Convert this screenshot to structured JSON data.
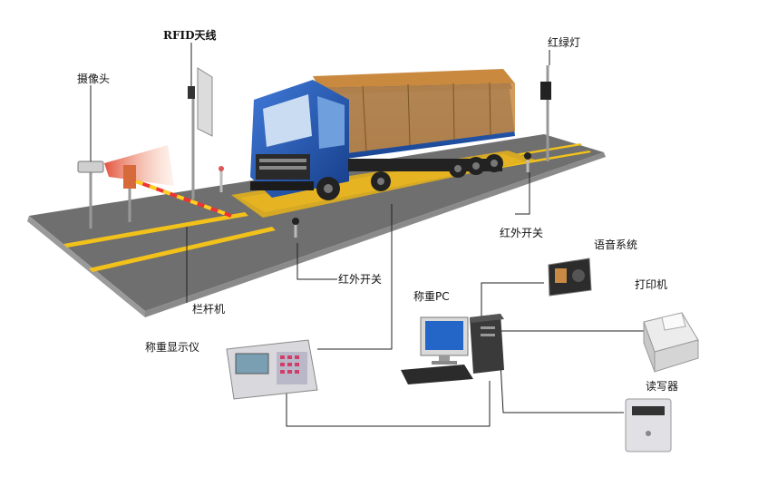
{
  "labels": {
    "rfid_antenna": "RFID天线",
    "camera": "摄像头",
    "traffic_light": "红绿灯",
    "barrier_gate": "栏杆机",
    "ir_switch_right": "红外开关",
    "ir_switch_front": "红外开关",
    "voice_system": "语音系统",
    "printer": "打印机",
    "weighing_pc": "称重PC",
    "weighing_display": "称重显示仪",
    "card_reader": "读写器"
  },
  "colors": {
    "road": "#6f6f6f",
    "road_edge": "#9a9a9a",
    "lane_line": "#f2c21b",
    "scale_platform": "#e6b423",
    "truck_cab": "#1f4fa8",
    "cargo_cover": "#c9893e",
    "cable": "#222222"
  },
  "icons": [
    "camera-icon",
    "rfid-antenna-icon",
    "traffic-light-icon",
    "barrier-gate-icon",
    "infrared-switch-icon",
    "truck-icon",
    "weighing-display-icon",
    "pc-tower-icon",
    "monitor-icon",
    "keyboard-icon",
    "speaker-icon",
    "printer-icon",
    "card-reader-icon"
  ]
}
